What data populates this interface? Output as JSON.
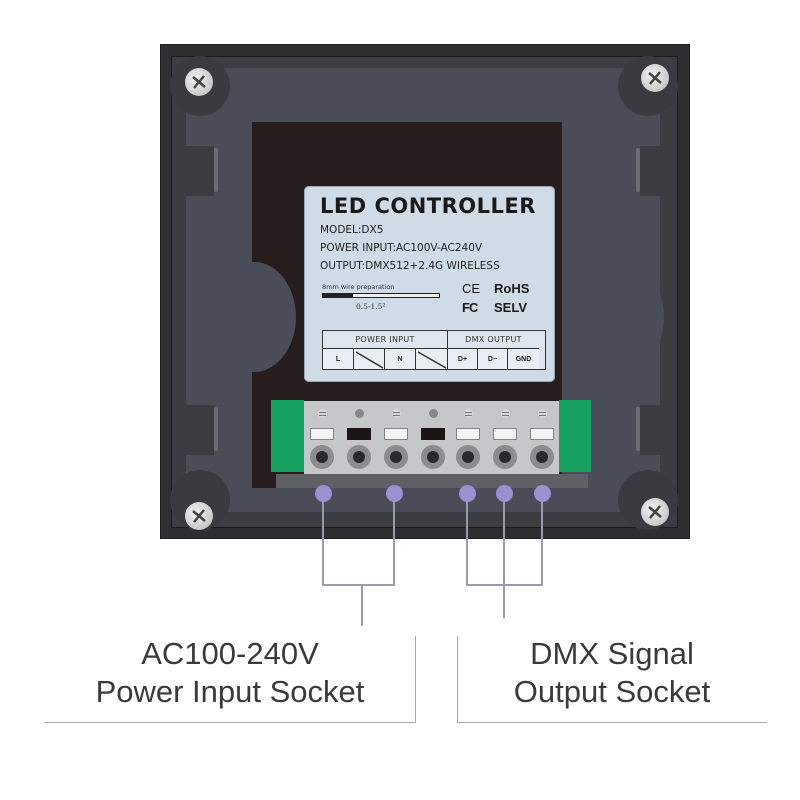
{
  "device_label": {
    "title": "LED CONTROLLER",
    "model": "MODEL:DX5",
    "power_input": "POWER INPUT:AC100V-AC240V",
    "output": "OUTPUT:DMX512+2.4G WIRELESS",
    "wire_caption": "8mm wire preparation",
    "wire_range": "0.5-1.5²",
    "certifications": [
      "CE",
      "RoHS",
      "FC",
      "SELV"
    ],
    "terminal_table": {
      "groups": [
        "POWER INPUT",
        "DMX OUTPUT"
      ],
      "cells": [
        "L",
        "",
        "N",
        "",
        "D+",
        "D−",
        "GND"
      ]
    }
  },
  "terminal_block": {
    "terminals": [
      {
        "pin": "lines",
        "lever": "light"
      },
      {
        "pin": "dot",
        "lever": "dark"
      },
      {
        "pin": "lines",
        "lever": "light"
      },
      {
        "pin": "dot",
        "lever": "dark"
      },
      {
        "pin": "lines",
        "lever": "light"
      },
      {
        "pin": "lines",
        "lever": "light"
      },
      {
        "pin": "lines",
        "lever": "light"
      }
    ]
  },
  "callouts": {
    "power": {
      "line1": "AC100-240V",
      "line2": "Power Input Socket"
    },
    "dmx": {
      "line1": "DMX Signal",
      "line2": "Output Socket"
    }
  },
  "colors": {
    "panel": "#2f2f31",
    "inner": "#4a4c57",
    "cavity": "#261d1c",
    "label": "#cfdbe6",
    "terminal_green": "#17a060",
    "callout_dot": "#9a90d2"
  }
}
